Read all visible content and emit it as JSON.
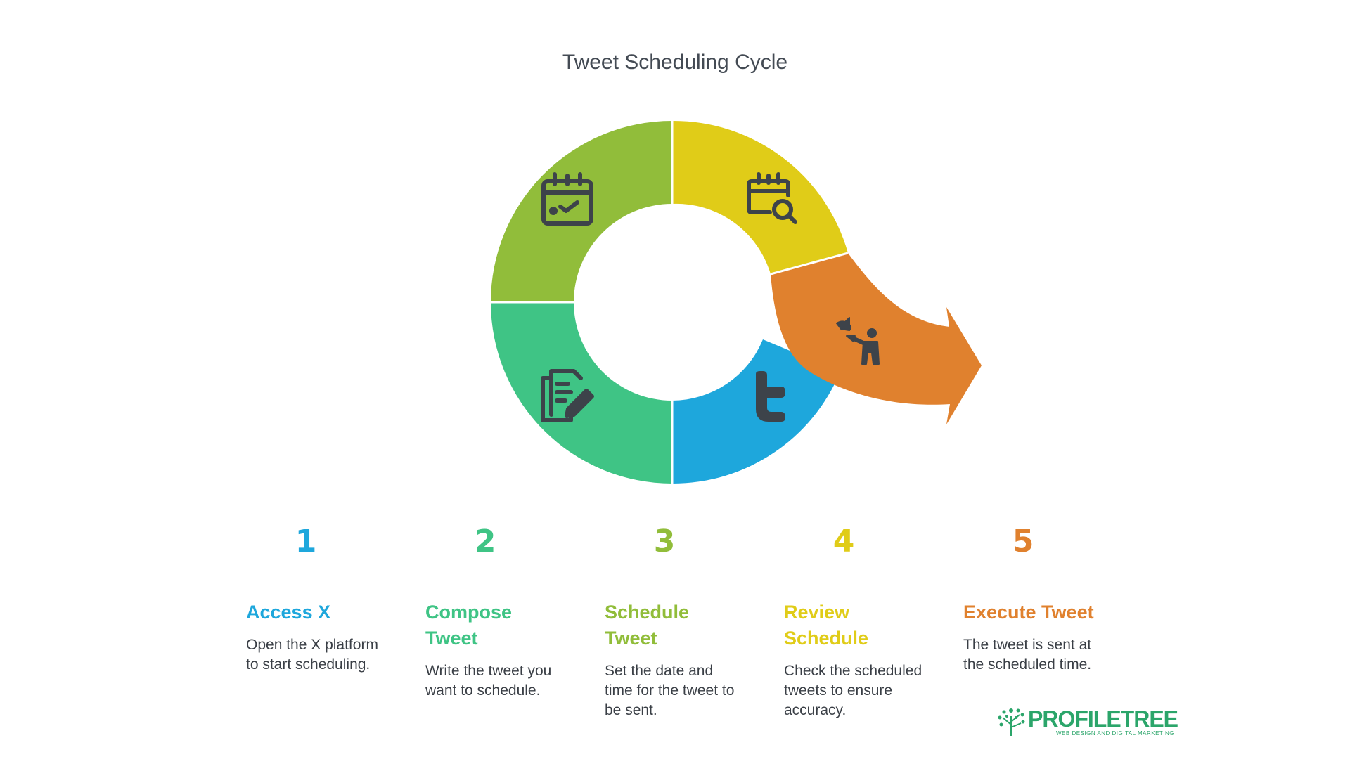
{
  "title": "Tweet Scheduling Cycle",
  "colors": {
    "blue": "#1ea7dc",
    "teal": "#3fc485",
    "green": "#91bd3a",
    "yellow": "#e0cc18",
    "orange": "#e0812e",
    "icon": "#3d434a",
    "text": "#3a3f46"
  },
  "segments": [
    {
      "icon": "twitter-bird-icon",
      "color": "#1ea7dc"
    },
    {
      "icon": "document-pencil-icon",
      "color": "#3fc485"
    },
    {
      "icon": "calendar-check-icon",
      "color": "#91bd3a"
    },
    {
      "icon": "calendar-search-icon",
      "color": "#e0cc18"
    },
    {
      "icon": "person-releasing-bird-icon",
      "color": "#e0812e"
    }
  ],
  "steps": [
    {
      "number": "1",
      "title_line1": "Access X",
      "title_line2": "",
      "desc": [
        "Open the X platform",
        "to start scheduling."
      ],
      "color": "#1ea7dc"
    },
    {
      "number": "2",
      "title_line1": "Compose",
      "title_line2": "Tweet",
      "desc": [
        "Write the tweet you",
        "want to schedule."
      ],
      "color": "#3fc485"
    },
    {
      "number": "3",
      "title_line1": "Schedule",
      "title_line2": "Tweet",
      "desc": [
        "Set the date and",
        "time for the tweet to",
        "be sent."
      ],
      "color": "#91bd3a"
    },
    {
      "number": "4",
      "title_line1": "Review",
      "title_line2": "Schedule",
      "desc": [
        "Check the scheduled",
        "tweets to ensure",
        "accuracy."
      ],
      "color": "#e0cc18"
    },
    {
      "number": "5",
      "title_line1": "Execute Tweet",
      "title_line2": "",
      "desc": [
        "The tweet is sent at",
        "the scheduled time."
      ],
      "color": "#e0812e"
    }
  ],
  "logo": {
    "name": "PROFILETREE",
    "tagline": "WEB DESIGN AND DIGITAL MARKETING",
    "icon": "tree-icon"
  }
}
